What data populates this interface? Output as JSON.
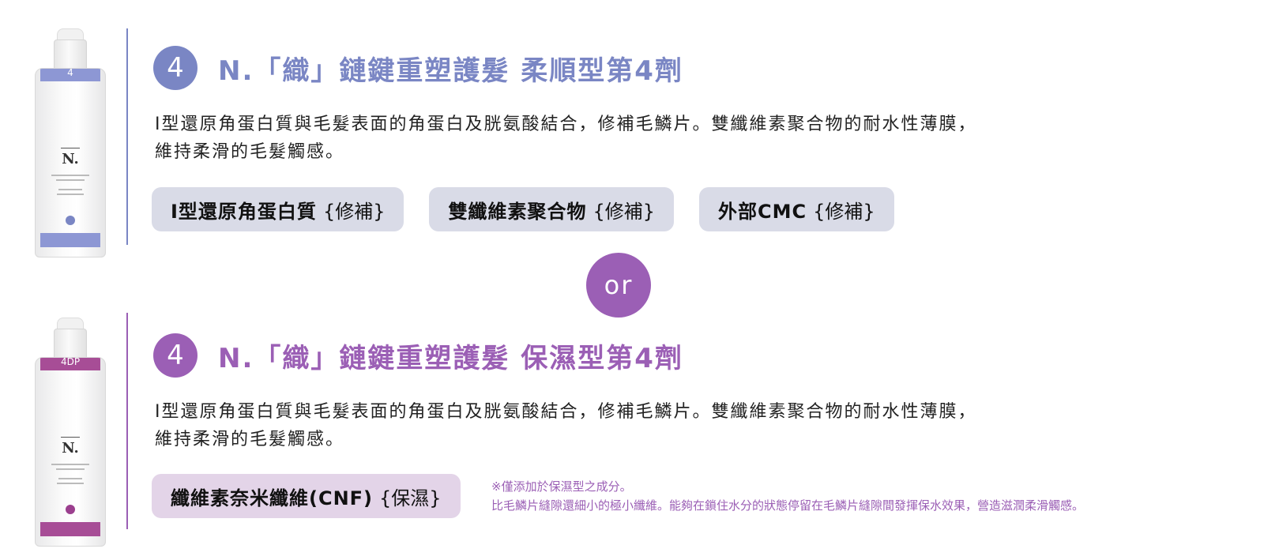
{
  "colors": {
    "smooth_accent": "#7a86c4",
    "smooth_tag_bg": "#d9dbe7",
    "smooth_band": "#8d97d4",
    "moist_accent": "#9b5fb5",
    "moist_tag_bg": "#e3d4e8",
    "moist_band": "#a74d96",
    "or_bg": "#9b5fb5"
  },
  "products": [
    {
      "bottle": {
        "number": "4",
        "logo": "N."
      },
      "number": "4",
      "title": "N.「織」鏈鍵重塑護髮  柔順型第4劑",
      "description_line1": "I型還原角蛋白質與毛髮表面的角蛋白及胱氨酸結合，修補毛鱗片。雙纖維素聚合物的耐水性薄膜，",
      "description_line2": "維持柔滑的毛髮觸感。",
      "tags": [
        {
          "name": "I型還原角蛋白質",
          "sub": "{修補}"
        },
        {
          "name": "雙纖維素聚合物",
          "sub": "{修補}"
        },
        {
          "name": "外部CMC",
          "sub": "{修補}"
        }
      ]
    },
    {
      "bottle": {
        "number": "4DP",
        "logo": "N."
      },
      "number": "4",
      "title": "N.「織」鏈鍵重塑護髮  保濕型第4劑",
      "description_line1": "I型還原角蛋白質與毛髮表面的角蛋白及胱氨酸結合，修補毛鱗片。雙纖維素聚合物的耐水性薄膜，",
      "description_line2": "維持柔滑的毛髮觸感。",
      "tags": [
        {
          "name": "纖維素奈米纖維(CNF)",
          "sub": "{保濕}"
        }
      ],
      "note_line1": "※僅添加於保濕型之成分。",
      "note_line2": "比毛鱗片縫隙還細小的極小纖維。能夠在鎖住水分的狀態停留在毛鱗片縫隙間發揮保水效果，營造滋潤柔滑觸感。"
    }
  ],
  "or_label": "or"
}
